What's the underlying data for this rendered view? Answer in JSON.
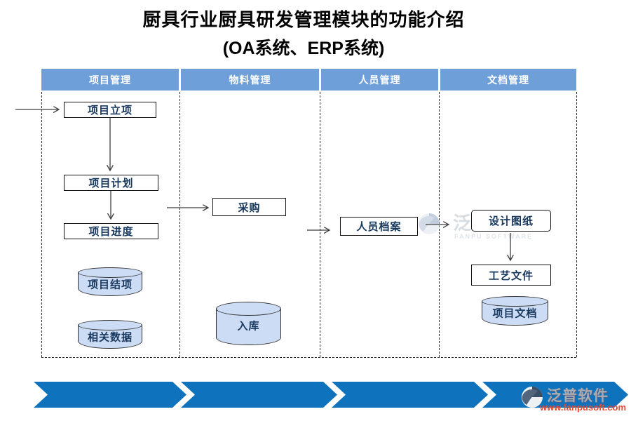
{
  "title": {
    "line1": "厨具行业厨具研发管理模块的功能介绍",
    "line2": "(OA系统、ERP系统)"
  },
  "columns": [
    {
      "header": "项目管理"
    },
    {
      "header": "物料管理"
    },
    {
      "header": "人员管理"
    },
    {
      "header": "文档管理"
    }
  ],
  "nodes": {
    "project_initiation": "项目立项",
    "project_plan": "项目计划",
    "project_progress": "项目进度",
    "project_closing": "项目结项",
    "related_data": "相关数据",
    "purchase": "采购",
    "warehousing": "入库",
    "personnel_archive": "人员档案",
    "design_drawings": "设计图纸",
    "process_files": "工艺文件",
    "project_documents": "项目文档"
  },
  "watermark_center": {
    "brand": "泛普软件",
    "brand_en": "FANPU SOFTWARE"
  },
  "logo_bottom_right": {
    "brand": "泛普软件",
    "url": "www.fanpusoft.com"
  },
  "colors": {
    "header_blue": "#6E9FD9",
    "chevron_blue": "#0E72BC",
    "cylinder_fill": "#CCDCF4",
    "node_text_navy": "#17375D",
    "url_red": "#E04A36"
  }
}
